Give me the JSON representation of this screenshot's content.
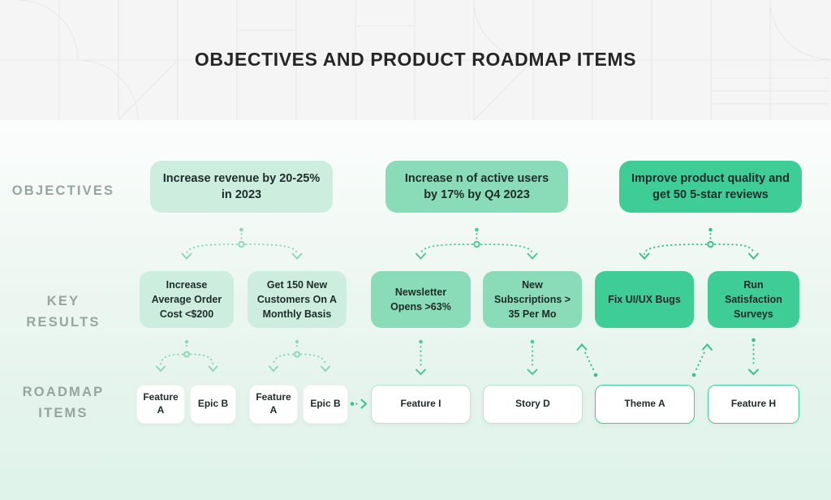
{
  "header": {
    "title": "OBJECTIVES AND PRODUCT ROADMAP ITEMS"
  },
  "row_labels": {
    "objectives": "OBJECTIVES",
    "key_results": "KEY RESULTS",
    "roadmap_items": "ROADMAP ITEMS"
  },
  "objectives": [
    {
      "text": "Increase revenue by 20-25% in 2023",
      "color": "#cdeede"
    },
    {
      "text": "Increase n of active users by 17% by Q4 2023",
      "color": "#8adcb8"
    },
    {
      "text": "Improve product quality and get 50 5-star reviews",
      "color": "#3ecd97"
    }
  ],
  "key_results": [
    {
      "text": "Increase Average Order Cost <$200",
      "color": "#cdeede"
    },
    {
      "text": "Get 150 New Customers On A Monthly Basis",
      "color": "#cdeede"
    },
    {
      "text": "Newsletter Opens >63%",
      "color": "#8adcb8"
    },
    {
      "text": "New Subscriptions > 35 Per Mo",
      "color": "#8adcb8"
    },
    {
      "text": "Fix UI/UX Bugs",
      "color": "#3ecd97"
    },
    {
      "text": "Run Satisfaction Surveys",
      "color": "#3ecd97"
    }
  ],
  "roadmap_items": [
    {
      "text": "Feature A",
      "style": "plain"
    },
    {
      "text": "Epic B",
      "style": "plain"
    },
    {
      "text": "Feature A",
      "style": "plain"
    },
    {
      "text": "Epic B",
      "style": "plain"
    },
    {
      "text": "Feature I",
      "style": "outline-light"
    },
    {
      "text": "Story D",
      "style": "outline-light"
    },
    {
      "text": "Theme A",
      "style": "outline-dark"
    },
    {
      "text": "Feature H",
      "style": "outline-dark"
    }
  ],
  "colors": {
    "header_bg": "#f5f5f5",
    "title_text": "#262626",
    "row_label_text": "#98a4a0",
    "node_text": "#1d2b2a",
    "tint_light": "#cdeede",
    "tint_medium": "#8adcb8",
    "tint_dark": "#3ecd97",
    "connector_light": "#8fd7b6",
    "connector_medium": "#4fc89a",
    "connector_dark": "#3cbf8f",
    "page_gradient_bottom": "#dff3ea"
  }
}
